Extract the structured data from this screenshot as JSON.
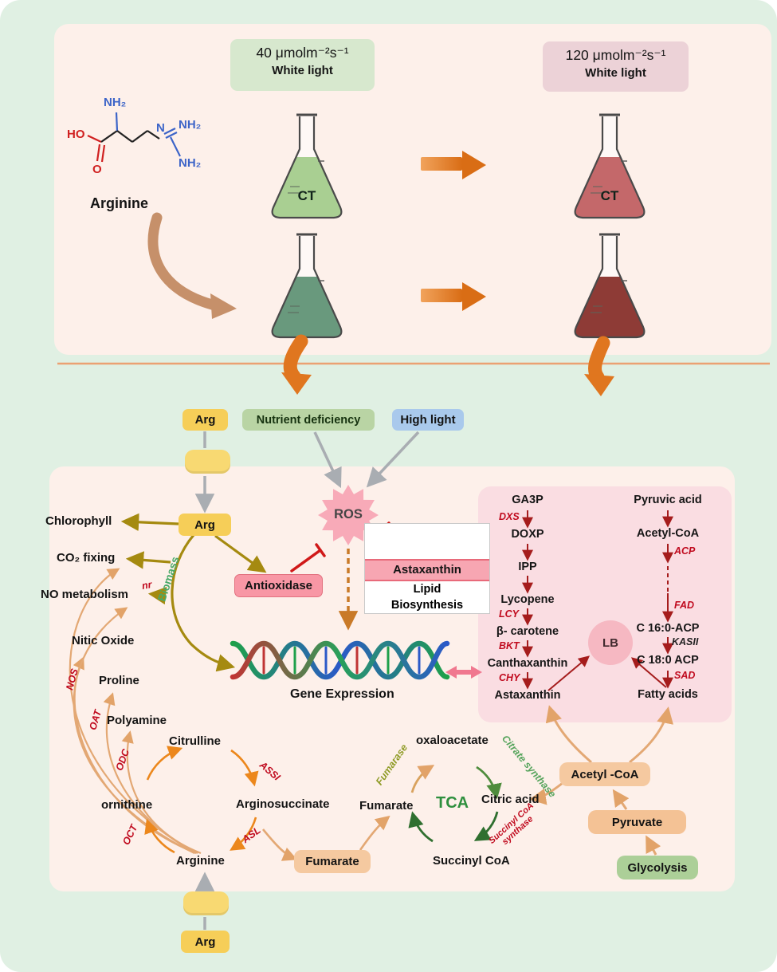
{
  "top": {
    "cond_low": {
      "intensity": "40 μmolm⁻²s⁻¹",
      "label": "White light"
    },
    "cond_high": {
      "intensity": "120 μmolm⁻²s⁻¹",
      "label": "White light"
    },
    "molecule_name": "Arginine",
    "molecule": {
      "nh2_a": "NH₂",
      "ho": "HO",
      "o": "O",
      "n": "N",
      "nh2_b": "NH₂",
      "nh2_c": "NH₂"
    },
    "flask_ct_low": "CT",
    "flask_ct_high": "CT"
  },
  "inputs": {
    "arg": "Arg",
    "nutrient": "Nutrient deficiency",
    "high_light": "High light"
  },
  "mid": {
    "arg": "Arg",
    "ros": "ROS",
    "antioxidase": "Antioxidase",
    "box": {
      "title": "Astaxanthin",
      "line2": "Lipid",
      "line3": "Biosynthesis"
    },
    "gene_expression": "Gene Expression"
  },
  "left": {
    "chlorophyll": "Chlorophyll",
    "co2": "CO₂ fixing",
    "no_met": "NO metabolism",
    "nr": "nr",
    "biomass": "Biomass",
    "nitric_oxide": "Nitic Oxide",
    "proline": "Proline",
    "polyamine": "Polyamine",
    "nos": "NOS",
    "oat": "OAT",
    "odc": "ODC"
  },
  "urea": {
    "citrulline": "Citrulline",
    "ornithine": "ornithine",
    "arginosuccinate": "Arginosuccinate",
    "arginine": "Arginine",
    "assi": "ASSI",
    "asl": "ASL",
    "oct": "OCT"
  },
  "tca": {
    "title": "TCA",
    "oxaloacetate": "oxaloacetate",
    "citric_acid": "Citric acid",
    "succinyl_coa": "Succinyl CoA",
    "fumarate": "Fumarate",
    "citrate_synthase": "Citrate synthase",
    "succinyl_synthase_1": "Succinyl CoA",
    "succinyl_synthase_2": "synthase",
    "fumarase": "Fumarase"
  },
  "badges": {
    "fumarate": "Fumarate",
    "acetyl_coa": "Acetyl -CoA",
    "pyruvate": "Pyruvate",
    "glycolysis": "Glycolysis",
    "arg_bottom": "Arg"
  },
  "panel": {
    "ga3p": "GA3P",
    "dxs": "DXS",
    "doxp": "DOXP",
    "ipp": "IPP",
    "lycopene": "Lycopene",
    "lcy": "LCY",
    "beta_carotene": "β- carotene",
    "bkt": "BKT",
    "canthaxanthin": "Canthaxanthin",
    "chy": "CHY",
    "astaxanthin": "Astaxanthin",
    "pyruvic": "Pyruvic acid",
    "acetyl": "Acetyl-CoA",
    "acp": "ACP",
    "fad": "FAD",
    "c16": "C 16:0-ACP",
    "kasii": "KASII",
    "c18": "C 18:0 ACP",
    "sad": "SAD",
    "fatty": "Fatty acids",
    "lb": "LB"
  }
}
